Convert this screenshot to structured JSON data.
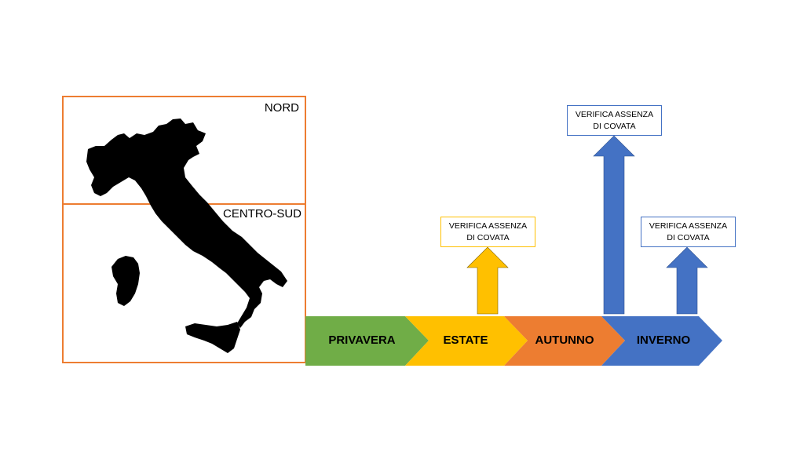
{
  "regions": {
    "nord": "NORD",
    "centro_sud": "CENTRO-SUD"
  },
  "seasons": [
    {
      "label": "PRIVAVERA",
      "color": "#70AD47"
    },
    {
      "label": "ESTATE",
      "color": "#FFC000"
    },
    {
      "label": "AUTUNNO",
      "color": "#ED7D31"
    },
    {
      "label": "INVERNO",
      "color": "#4472C4"
    }
  ],
  "notes": {
    "estate": {
      "line1": "VERIFICA ASSENZA",
      "line2": "DI COVATA",
      "color": "#FFC000"
    },
    "inverno_nord": {
      "line1": "VERIFICA ASSENZA",
      "line2": "DI COVATA",
      "color": "#4472C4"
    },
    "inverno_sud": {
      "line1": "VERIFICA ASSENZA",
      "line2": "DI COVATA",
      "color": "#4472C4"
    }
  },
  "colors": {
    "region_border": "#ED7D31",
    "map_fill": "#000000"
  },
  "icons": {
    "map": "italy-map-silhouette"
  }
}
